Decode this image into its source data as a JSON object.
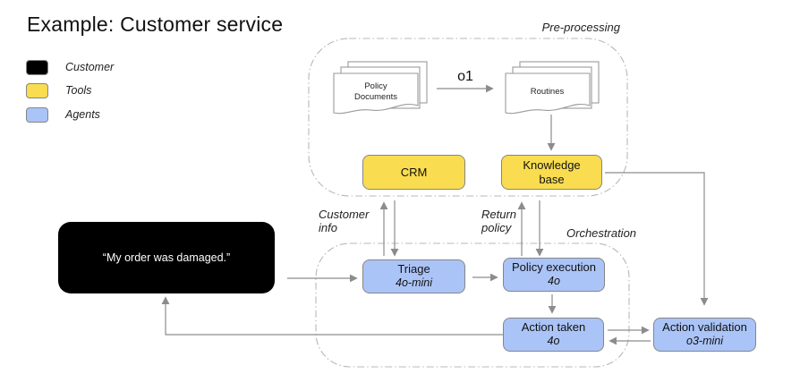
{
  "title": "Example: Customer service",
  "legend": {
    "items": [
      {
        "label": "Customer",
        "color": "#000000"
      },
      {
        "label": "Tools",
        "color": "#F9DC4F"
      },
      {
        "label": "Agents",
        "color": "#ABC4F7"
      }
    ]
  },
  "sections": {
    "preprocessing": "Pre-processing",
    "orchestration": "Orchestration"
  },
  "customer_message": "“My order was damaged.”",
  "nodes": {
    "policy_documents": {
      "label": "Policy\nDocuments"
    },
    "routines": {
      "label": "Routines"
    },
    "crm": {
      "label": "CRM",
      "color": "#F9DC4F"
    },
    "knowledge_base": {
      "label": "Knowledge\nbase",
      "color": "#F9DC4F"
    },
    "triage": {
      "label": "Triage",
      "model": "4o-mini",
      "color": "#ABC4F7"
    },
    "policy_execution": {
      "label": "Policy execution",
      "model": "4o",
      "color": "#ABC4F7"
    },
    "action_taken": {
      "label": "Action taken",
      "model": "4o",
      "color": "#ABC4F7"
    },
    "action_validation": {
      "label": "Action validation",
      "model": "o3-mini",
      "color": "#ABC4F7"
    }
  },
  "edge_labels": {
    "o1": "o1",
    "customer_info": "Customer\ninfo",
    "return_policy": "Return\npolicy"
  },
  "colors": {
    "customer": "#000000",
    "tools": "#F9DC4F",
    "agents": "#ABC4F7",
    "connector": "#8C8C8C",
    "container_border": "#B8B8B8"
  }
}
